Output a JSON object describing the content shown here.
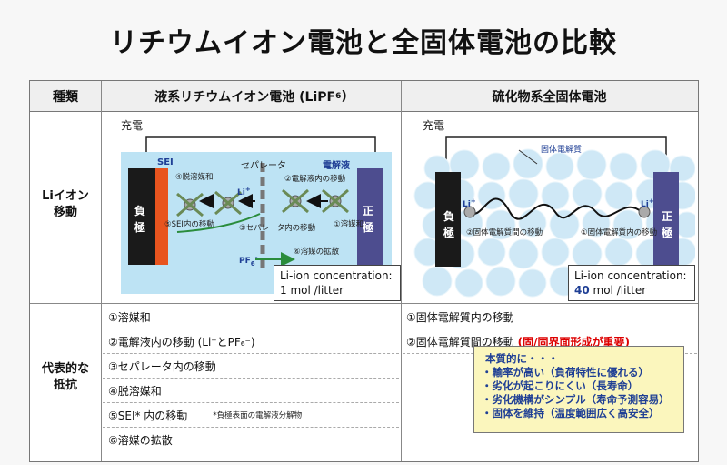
{
  "title": "リチウムイオン電池と全固体電池の比較",
  "header": {
    "col0": "種類",
    "col1_main": "液系リチウムイオン電池 (LiPF",
    "col1_sub": "6",
    "col1_end": ")",
    "col2": "硫化物系全固体電池"
  },
  "row1": {
    "label_line1": "Liイオン",
    "label_line2": "移動"
  },
  "row2": {
    "label_line1": "代表的な",
    "label_line2": "抵抗"
  },
  "diagram_left": {
    "charge": "充電",
    "neg_1": "負",
    "neg_2": "極",
    "pos_1": "正",
    "pos_2": "極",
    "sei": "SEI",
    "separator": "セパレータ",
    "electrolyte": "電解液",
    "step4": "④脱溶媒和",
    "step2": "②電解液内の移動",
    "step5": "⑤SEI内の移動",
    "step3": "③セパレータ内の移動",
    "step1": "①溶媒和",
    "step6": "⑥溶媒の拡散",
    "li": "Li",
    "li_sup": "+",
    "pf6": "PF",
    "pf6_sub": "6",
    "pf6_sup": "-",
    "conc_line1": "Li-ion concentration:",
    "conc_line2": "1 mol /litter"
  },
  "diagram_right": {
    "charge": "充電",
    "neg_1": "負",
    "neg_2": "極",
    "pos_1": "正",
    "pos_2": "極",
    "solid_electrolyte": "固体電解質",
    "li": "Li",
    "li_sup": "+",
    "step2": "②固体電解質間の移動",
    "step1": "①固体電解質内の移動",
    "conc_line1": "Li-ion concentration:",
    "conc_value": "40",
    "conc_unit": " mol /litter"
  },
  "left_items": [
    "①溶媒和",
    "②電解液内の移動 (Li⁺とPF₆⁻)",
    "③セパレータ内の移動",
    "④脱溶媒和",
    "⑤SEI* 内の移動",
    "⑥溶媒の拡散"
  ],
  "left_note": "*負極表面の電解液分解物",
  "right_items": [
    "①固体電解質内の移動",
    "②固体電解質間の移動"
  ],
  "right_item2_red": "(固/固界面形成が重要)",
  "summary": {
    "head": "本質的に・・・",
    "lines": [
      "・輸率が高い（負荷特性に優れる）",
      "・劣化が起こりにくい（長寿命）",
      "・劣化機構がシンプル（寿命予測容易）",
      "・固体を維持（温度範囲広く高安全）"
    ]
  },
  "colors": {
    "electrolyte_bg": "#bde3f4",
    "negative": "#1a1a1a",
    "positive": "#4d4d8f",
    "sei": "#e8541e",
    "accent_blue": "#1f3f95",
    "red": "#d00000",
    "summary_bg": "#fbf6bd"
  }
}
